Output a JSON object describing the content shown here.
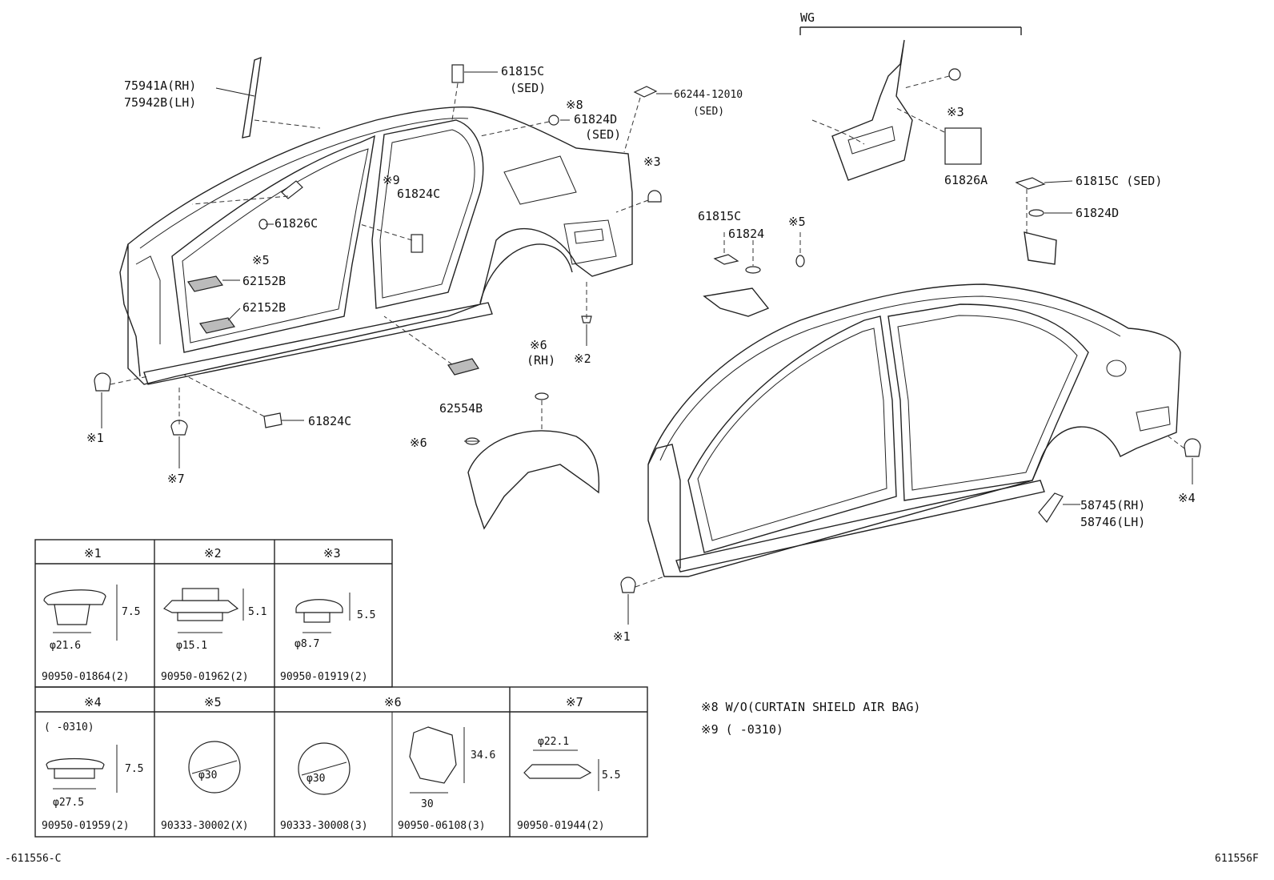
{
  "header": {
    "wg_label": "WG"
  },
  "callouts": {
    "molding_rh": "75941A(RH)",
    "molding_lh": "75942B(LH)",
    "pad_61815c_top": "61815C",
    "sed_1": "(SED)",
    "note8_mark": "※8",
    "pad_61824d_top": "61824D",
    "sed_2": "(SED)",
    "label_66244": "66244-12010",
    "sed_3": "(SED)",
    "mark9": "※9",
    "pad_61824c_mid": "61824C",
    "pad_61826c": "61826C",
    "mark5_left": "※5",
    "mark3_left": "※3",
    "pad_62152b_1": "62152B",
    "pad_62152b_2": "62152B",
    "mark2": "※2",
    "mark6_rh": "※6",
    "rh": "(RH)",
    "pad_62554b": "62554B",
    "pad_61824c_low": "61824C",
    "mark1_left": "※1",
    "mark7": "※7",
    "mark6_left": "※6",
    "mark3_wg": "※3",
    "pad_61826a": "61826A",
    "pad_61815c_sed_right": "61815C (SED)",
    "pad_61824d_right": "61824D",
    "pad_61815c_center": "61815C",
    "pad_61824_center": "61824",
    "mark5_center": "※5",
    "mark4": "※4",
    "part_58745": "58745(RH)",
    "part_58746": "58746(LH)",
    "mark1_right": "※1"
  },
  "table": {
    "row1": [
      {
        "header": "※1",
        "dims": [
          "7.5",
          "φ21.6"
        ],
        "part": "90950-01864(2)"
      },
      {
        "header": "※2",
        "dims": [
          "5.1",
          "φ15.1"
        ],
        "part": "90950-01962(2)"
      },
      {
        "header": "※3",
        "dims": [
          "5.5",
          "φ8.7"
        ],
        "part": "90950-01919(2)"
      }
    ],
    "row2": [
      {
        "header": "※4",
        "note": "(      -0310)",
        "dims": [
          "7.5",
          "φ27.5"
        ],
        "part": "90950-01959(2)"
      },
      {
        "header": "※5",
        "dims": [
          "φ30"
        ],
        "part": "90333-30002(X)"
      },
      {
        "header": "※6",
        "dims": [
          "φ30",
          "34.6",
          "30"
        ],
        "part_a": "90333-30008(3)",
        "part_b": "90950-06108(3)"
      },
      {
        "header": "※7",
        "dims": [
          "φ22.1",
          "5.5"
        ],
        "part": "90950-01944(2)"
      }
    ]
  },
  "notes": {
    "note8": "※8 W/O(CURTAIN SHIELD AIR BAG)",
    "note9": "※9 (      -0310)"
  },
  "footer": {
    "left_code": "-611556-C",
    "right_code": "611556F"
  }
}
